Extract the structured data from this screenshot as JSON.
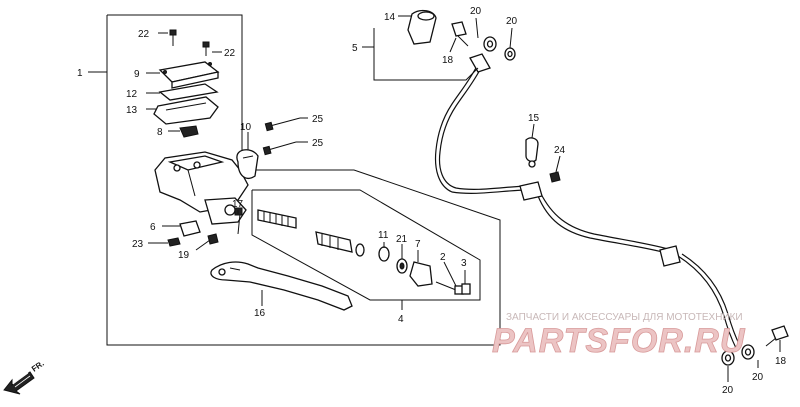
{
  "callouts": {
    "c1": "1",
    "c2": "2",
    "c3": "3",
    "c4": "4",
    "c5": "5",
    "c6": "6",
    "c7": "7",
    "c8": "8",
    "c9": "9",
    "c10": "10",
    "c11": "11",
    "c12": "12",
    "c13": "13",
    "c14": "14",
    "c15": "15",
    "c16": "16",
    "c17": "17",
    "c18a": "18",
    "c18b": "18",
    "c19": "19",
    "c20a": "20",
    "c20b": "20",
    "c20c": "20",
    "c20d": "20",
    "c21": "21",
    "c22a": "22",
    "c22b": "22",
    "c23": "23",
    "c24": "24",
    "c25a": "25",
    "c25b": "25"
  },
  "direction_label": "FR.",
  "watermark": {
    "caption": "ЗАПЧАСТИ И АКСЕССУАРЫ ДЛЯ МОТОТЕХНИКИ",
    "brand": "PARTSFOR.RU"
  }
}
